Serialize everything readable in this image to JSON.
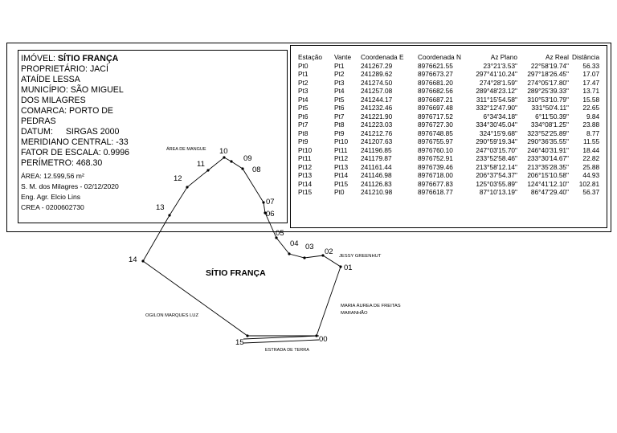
{
  "info": {
    "imovel_label": "IMÓVEL: ",
    "imovel_value": "SÍTIO FRANÇA",
    "proprietario_1": "PROPRIETÁRIO: JACÍ",
    "proprietario_2": "ATAÍDE LESSA",
    "municipio_1": "MUNICÍPIO: SÃO MIGUEL",
    "municipio_2": "DOS MILAGRES",
    "comarca_1": "COMARCA: PORTO DE",
    "comarca_2": "PEDRAS",
    "datum_label": "DATUM:",
    "datum_value": "SIRGAS 2000",
    "meridiano": "MERIDIANO CENTRAL: -33",
    "fator": "FATOR DE ESCALA: 0.9996",
    "perimetro": "PERÍMETRO: 468.30",
    "area": "ÁREA: 12.599,56 m²",
    "local_data": "S. M. dos Milagres - 02/12/2020",
    "engenheiro": "Eng. Agr. Elcio Lins",
    "crea": "CREA - 0200602730"
  },
  "table": {
    "headers": [
      "Estação",
      "Vante",
      "Coordenada E",
      "Coordenada N",
      "Az Plano",
      "Az Real",
      "Distância"
    ],
    "rows": [
      [
        "Pt0",
        "Pt1",
        "241267.29",
        "8976621.55",
        "23°21'3.53\"",
        "22°58'19.74\"",
        "56.33"
      ],
      [
        "Pt1",
        "Pt2",
        "241289.62",
        "8976673.27",
        "297°41'10.24\"",
        "297°18'26.45\"",
        "17.07"
      ],
      [
        "Pt2",
        "Pt3",
        "241274.50",
        "8976681.20",
        "274°28'1.59\"",
        "274°05'17.80\"",
        "17.47"
      ],
      [
        "Pt3",
        "Pt4",
        "241257.08",
        "8976682.56",
        "289°48'23.12\"",
        "289°25'39.33\"",
        "13.71"
      ],
      [
        "Pt4",
        "Pt5",
        "241244.17",
        "8976687.21",
        "311°15'54.58\"",
        "310°53'10.79\"",
        "15.58"
      ],
      [
        "Pt5",
        "Pt6",
        "241232.46",
        "8976697.48",
        "332°12'47.90\"",
        "331°50'4.11\"",
        "22.65"
      ],
      [
        "Pt6",
        "Pt7",
        "241221.90",
        "8976717.52",
        "6°34'34.18\"",
        "6°11'50.39\"",
        "9.84"
      ],
      [
        "Pt7",
        "Pt8",
        "241223.03",
        "8976727.30",
        "334°30'45.04\"",
        "334°08'1.25\"",
        "23.88"
      ],
      [
        "Pt8",
        "Pt9",
        "241212.76",
        "8976748.85",
        "324°15'9.68\"",
        "323°52'25.89\"",
        "8.77"
      ],
      [
        "Pt9",
        "Pt10",
        "241207.63",
        "8976755.97",
        "290°59'19.34\"",
        "290°36'35.55\"",
        "11.55"
      ],
      [
        "Pt10",
        "Pt11",
        "241196.85",
        "8976760.10",
        "247°03'15.70\"",
        "246°40'31.91\"",
        "18.44"
      ],
      [
        "Pt11",
        "Pt12",
        "241179.87",
        "8976752.91",
        "233°52'58.46\"",
        "233°30'14.67\"",
        "22.82"
      ],
      [
        "Pt12",
        "Pt13",
        "241161.44",
        "8976739.46",
        "213°58'12.14\"",
        "213°35'28.35\"",
        "25.88"
      ],
      [
        "Pt13",
        "Pt14",
        "241146.98",
        "8976718.00",
        "206°37'54.37\"",
        "206°15'10.58\"",
        "44.93"
      ],
      [
        "Pt14",
        "Pt15",
        "241126.83",
        "8976677.83",
        "125°03'55.89\"",
        "124°41'12.10\"",
        "102.81"
      ],
      [
        "Pt15",
        "Pt0",
        "241210.98",
        "8976618.77",
        "87°10'13.19\"",
        "86°47'29.40\"",
        "56.37"
      ]
    ]
  },
  "plan": {
    "title": "SÍTIO FRANÇA",
    "points": [
      {
        "label": "00"
      },
      {
        "label": "01"
      },
      {
        "label": "02"
      },
      {
        "label": "03"
      },
      {
        "label": "04"
      },
      {
        "label": "05"
      },
      {
        "label": "06"
      },
      {
        "label": "07"
      },
      {
        "label": "08"
      },
      {
        "label": "09"
      },
      {
        "label": "10"
      },
      {
        "label": "11"
      },
      {
        "label": "12"
      },
      {
        "label": "13"
      },
      {
        "label": "14"
      },
      {
        "label": "15"
      }
    ],
    "neighbors": {
      "area_mangue": "ÁREA DE MANGUE",
      "jessy": "JESSY GREENHUT",
      "maria_1": "MARIA ÁUREA DE FREITAS",
      "maria_2": "MARANHÃO",
      "ogilon": "OGILON MARQUES LUZ",
      "estrada": "ESTRADA DE TERRA"
    }
  }
}
